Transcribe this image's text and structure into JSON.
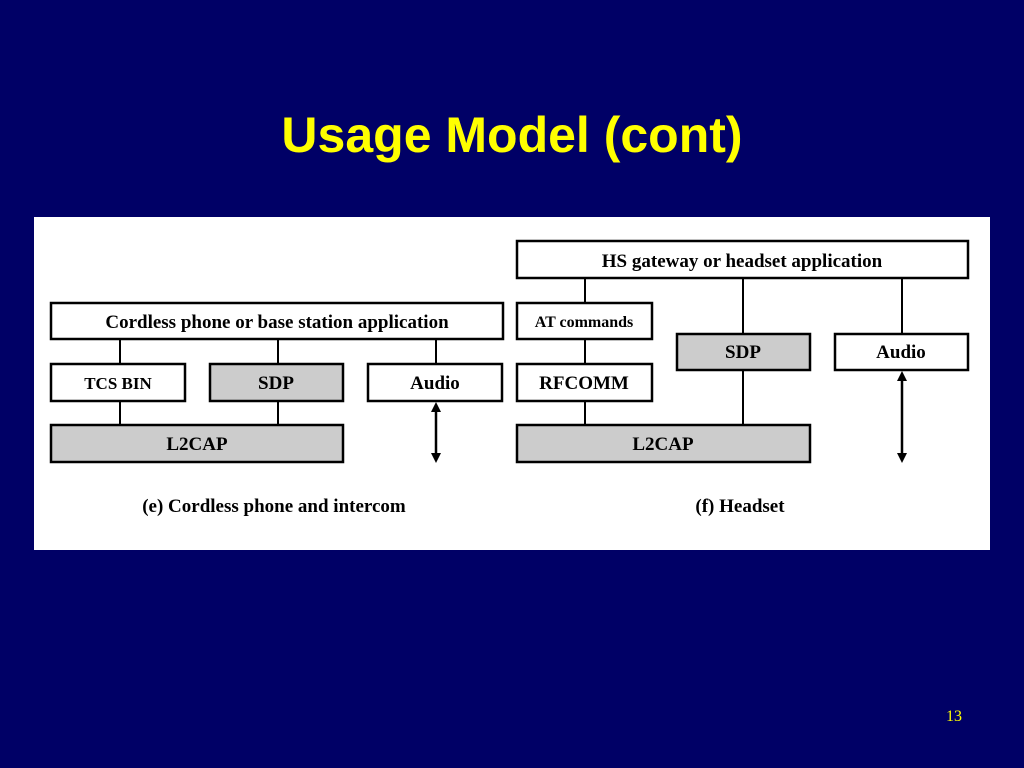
{
  "slide": {
    "title": "Usage Model (cont)",
    "page_number": "13"
  },
  "colors": {
    "background": "#000066",
    "title": "#ffff00",
    "panel": "#ffffff",
    "shaded_box": "#cccccc"
  },
  "diagram_e": {
    "caption": "(e) Cordless phone and intercom",
    "app": "Cordless phone or base station application",
    "tcs_bin": "TCS BIN",
    "sdp": "SDP",
    "audio": "Audio",
    "l2cap": "L2CAP"
  },
  "diagram_f": {
    "caption": "(f) Headset",
    "app": "HS gateway or headset application",
    "at_commands": "AT commands",
    "rfcomm": "RFCOMM",
    "sdp": "SDP",
    "audio": "Audio",
    "l2cap": "L2CAP"
  }
}
